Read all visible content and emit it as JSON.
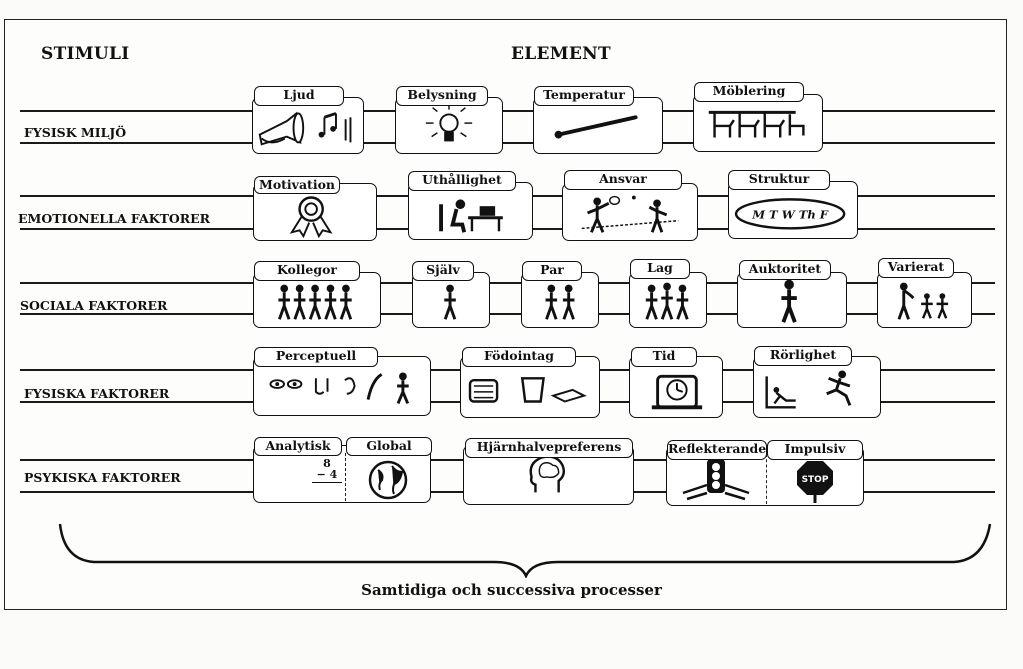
{
  "header": {
    "stimuli": "STIMULI",
    "element": "ELEMENT"
  },
  "rows": [
    {
      "label": "FYSISK MILJÖ",
      "elements": [
        "Ljud",
        "Belysning",
        "Temperatur",
        "Möblering"
      ]
    },
    {
      "label": "EMOTIONELLA FAKTORER",
      "elements": [
        "Motivation",
        "Uthållighet",
        "Ansvar",
        "Struktur"
      ]
    },
    {
      "label": "SOCIALA FAKTORER",
      "elements": [
        "Kollegor",
        "Själv",
        "Par",
        "Lag",
        "Auktoritet",
        "Varierat"
      ]
    },
    {
      "label": "FYSISKA FAKTORER",
      "elements": [
        "Perceptuell",
        "Födointag",
        "Tid",
        "Rörlighet"
      ]
    },
    {
      "label": "PSYKISKA FAKTORER",
      "elements": [
        "Analytisk",
        "Global",
        "Hjärnhalvepreferens",
        "Reflekterande",
        "Impulsiv"
      ]
    }
  ],
  "icons": {
    "struktur_text": "M T W Th F",
    "math_top": "8",
    "math_bottom": "− 4",
    "stop": "STOP"
  },
  "caption": "Samtidiga och successiva processer"
}
